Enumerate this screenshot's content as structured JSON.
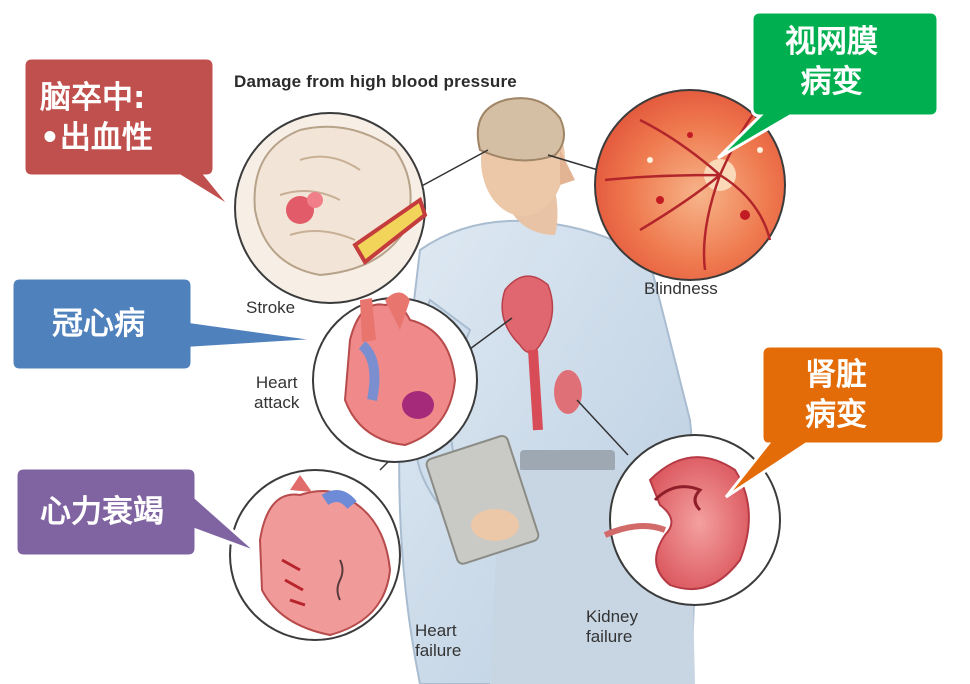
{
  "figure": {
    "title": "Damage from high blood pressure"
  },
  "organs": {
    "stroke": "Stroke",
    "heart_attack_line1": "Heart",
    "heart_attack_line2": "attack",
    "heart_failure_line1": "Heart",
    "heart_failure_line2": "failure",
    "blindness": "Blindness",
    "kidney_failure_line1": "Kidney",
    "kidney_failure_line2": "failure"
  },
  "callouts": {
    "stroke_line1": "脑卒中:",
    "stroke_line2": "•出血性",
    "coronary": "冠心病",
    "heart_failure": "心力衰竭",
    "retinopathy_line1": "视网膜",
    "retinopathy_line2": "病变",
    "kidney_line1": "肾脏",
    "kidney_line2": "病变"
  },
  "colors": {
    "stroke_callout": "#c0504d",
    "coronary_callout": "#4f81bd",
    "heart_failure_callout": "#8064a2",
    "retinopathy_callout": "#00b050",
    "kidney_callout": "#e36c09"
  }
}
